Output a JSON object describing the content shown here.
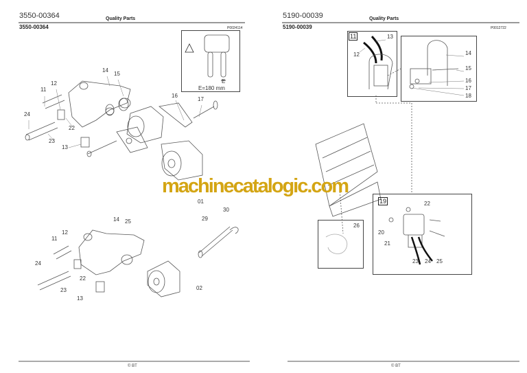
{
  "left_page": {
    "page_number": "3550-00364",
    "header": "Quality Parts",
    "section_title": "3550-00364",
    "figure_ref": "P0024114",
    "inset_note": "E=180 mm",
    "inset_label": "E",
    "callouts_top": [
      "14",
      "15",
      "12",
      "11",
      "16",
      "17",
      "24",
      "22",
      "23",
      "13",
      "01"
    ],
    "callouts_bottom": [
      "30",
      "14",
      "25",
      "29",
      "12",
      "11",
      "24",
      "22",
      "23",
      "02",
      "13"
    ],
    "footer": "© BT"
  },
  "right_page": {
    "page_number": "5190-00039",
    "header": "Quality Parts",
    "section_title": "5190-00039",
    "figure_ref": "P0012722",
    "box_tags": [
      "11",
      "19"
    ],
    "callouts": [
      "13",
      "12",
      "14",
      "15",
      "16",
      "17",
      "18",
      "22",
      "26",
      "20",
      "21",
      "23",
      "24",
      "25"
    ],
    "footer": "© BT"
  },
  "watermark": "machinecatalogic.com",
  "colors": {
    "watermark": "#d4a514",
    "rule": "#999999"
  }
}
